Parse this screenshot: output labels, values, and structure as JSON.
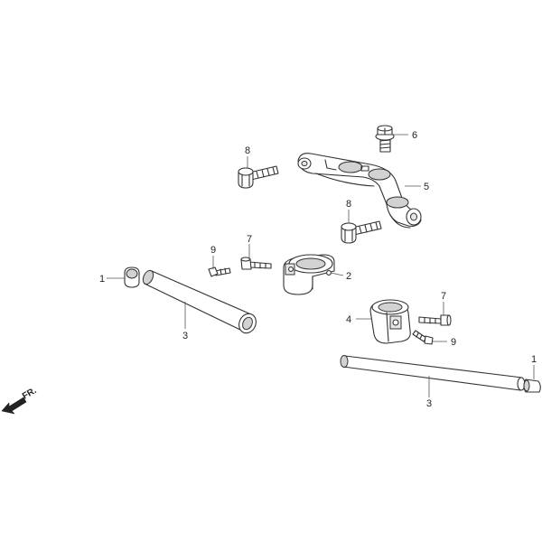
{
  "callouts": {
    "c1a": "1",
    "c1b": "1",
    "c2": "2",
    "c3a": "3",
    "c3b": "3",
    "c4": "4",
    "c5": "5",
    "c6": "6",
    "c7a": "7",
    "c7b": "7",
    "c8a": "8",
    "c8b": "8",
    "c9a": "9",
    "c9b": "9"
  },
  "front_indicator": "FR."
}
